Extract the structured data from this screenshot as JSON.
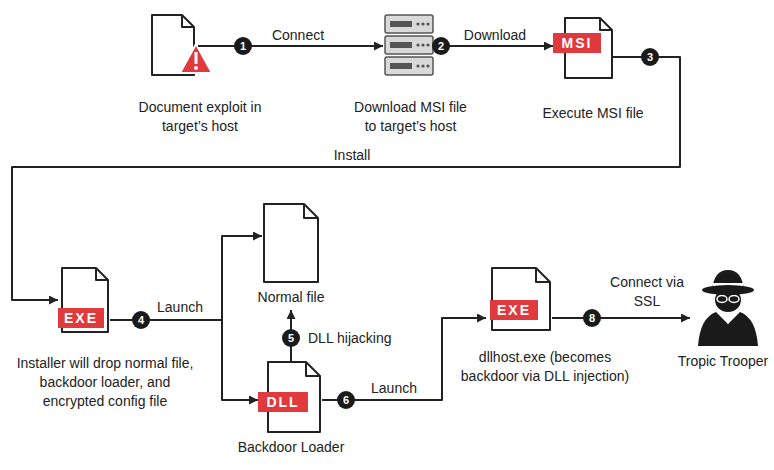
{
  "diagram": {
    "nodes": [
      {
        "text": [
          "Document exploit in target’s host"
        ]
      },
      {
        "text": [
          "Download MSI file to target’s host"
        ]
      },
      {
        "text": [
          "MSI",
          "Execute MSI file"
        ]
      },
      {
        "text": [
          "EXE",
          "Installer will drop normal file, backdoor loader, and encrypted config file"
        ]
      },
      {
        "text": [
          "Normal file"
        ]
      },
      {
        "text": [
          "DLL",
          "Backdoor Loader"
        ]
      },
      {
        "text": [
          "EXE",
          "dllhost.exe (becomes backdoor via DLL injection)"
        ]
      },
      {
        "text": [
          "Tropic Trooper"
        ]
      }
    ],
    "edges": [
      {
        "from": 0,
        "to": 1,
        "label": "Connect",
        "arrow": "to"
      },
      {
        "from": 1,
        "to": 2,
        "label": "Download",
        "arrow": "to"
      },
      {
        "from": 2,
        "to": 3,
        "label": "Install",
        "arrow": "to"
      },
      {
        "from": 3,
        "to": 4,
        "label": "Launch",
        "arrow": "to"
      },
      {
        "from": 3,
        "to": 5,
        "arrow": "to"
      },
      {
        "from": 5,
        "to": 4,
        "label": "DLL hijacking",
        "arrow": "to"
      },
      {
        "from": 5,
        "to": 6,
        "label": "Launch",
        "arrow": "to"
      },
      {
        "from": 6,
        "to": 7,
        "label": "Connect via SSL",
        "arrow": "to"
      }
    ],
    "labels": [
      "1",
      "2",
      "3",
      "4",
      "5",
      "6",
      "8"
    ]
  }
}
